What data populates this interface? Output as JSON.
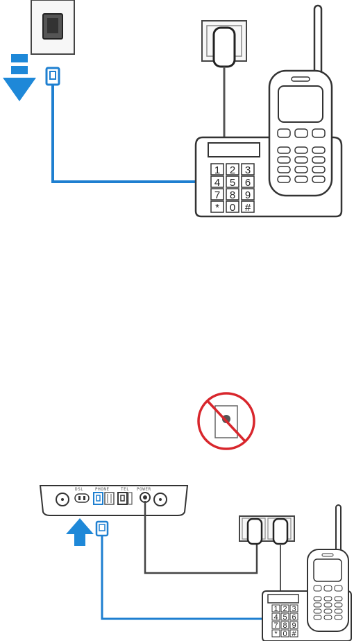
{
  "step_top": {
    "keypad": [
      "1",
      "2",
      "3",
      "4",
      "5",
      "6",
      "7",
      "8",
      "9",
      "*",
      "0",
      "#"
    ]
  },
  "step_bottom": {
    "keypad": [
      "1",
      "2",
      "3",
      "4",
      "5",
      "6",
      "7",
      "8",
      "9",
      "*",
      "0",
      "#"
    ],
    "ports": [
      "DSL",
      "PHONE",
      "TEL",
      "POWER"
    ]
  },
  "colors": {
    "phone_cable": "#1e7fd0",
    "arrow": "#1e88d8",
    "prohibited": "#d8262c",
    "line": "#333333"
  },
  "icons": {
    "wall_jack": "wall-phone-jack-icon",
    "power_socket": "power-socket-icon",
    "no_wall_jack": "prohibited-wall-jack-icon",
    "arrow_down": "arrow-down-icon",
    "arrow_up": "arrow-up-icon"
  }
}
